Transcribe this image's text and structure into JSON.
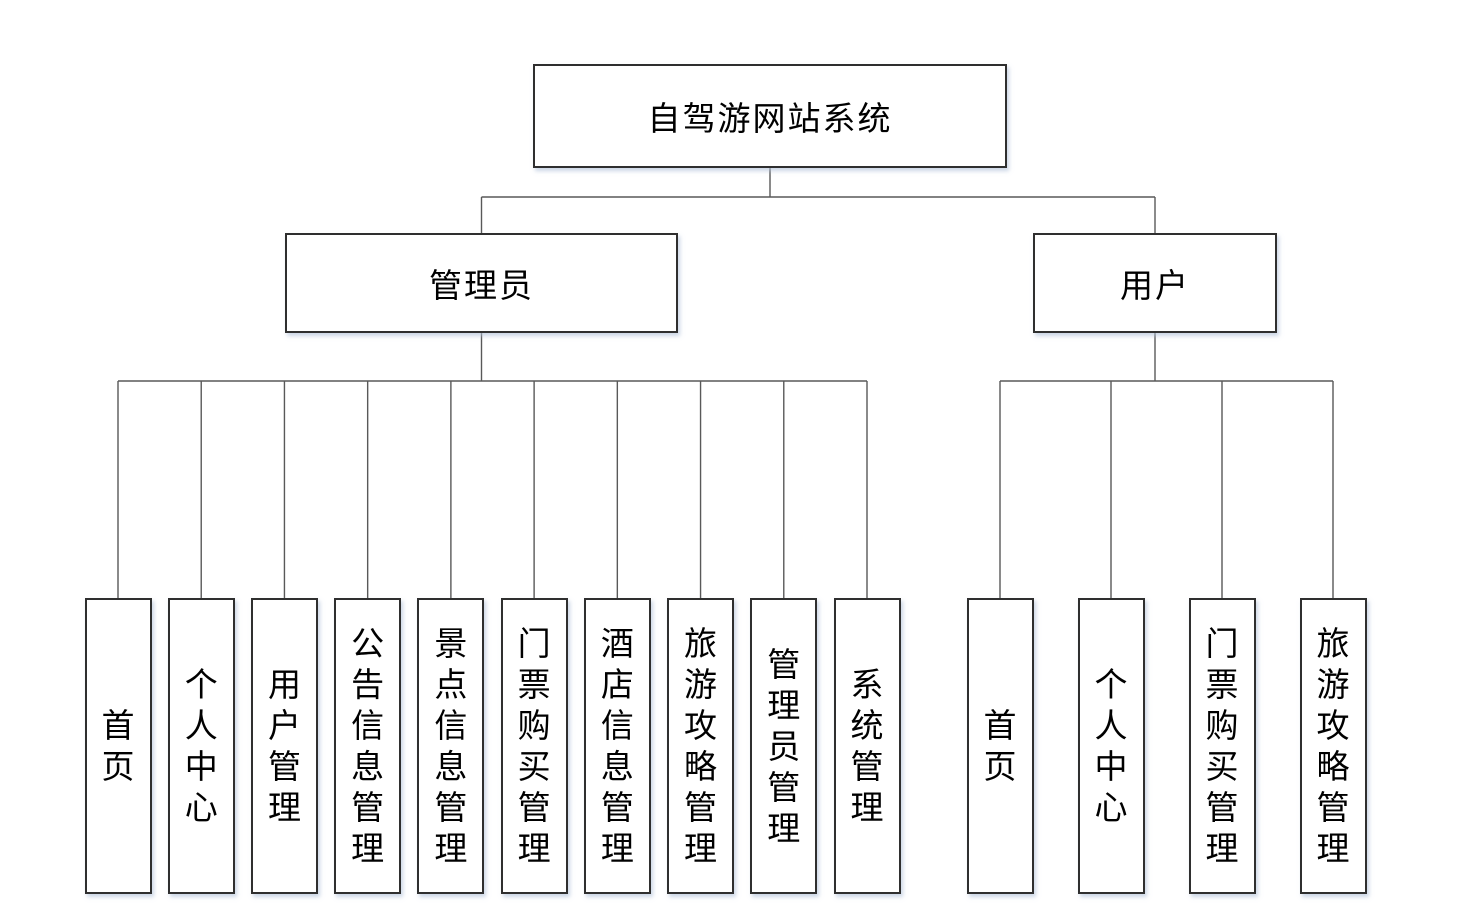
{
  "diagram": {
    "root": {
      "label": "自驾游网站系统"
    },
    "branches": [
      {
        "label": "管理员",
        "children": [
          "首页",
          "个人中心",
          "用户管理",
          "公告信息管理",
          "景点信息管理",
          "门票购买管理",
          "酒店信息管理",
          "旅游攻略管理",
          "管理员管理",
          "系统管理"
        ]
      },
      {
        "label": "用户",
        "children": [
          "首页",
          "个人中心",
          "门票购买管理",
          "旅游攻略管理"
        ]
      }
    ],
    "colors": {
      "border": "#2f2f2f",
      "connector": "#595959",
      "background": "#ffffff",
      "text": "#000000",
      "shadow": "#c9d5e8"
    }
  }
}
